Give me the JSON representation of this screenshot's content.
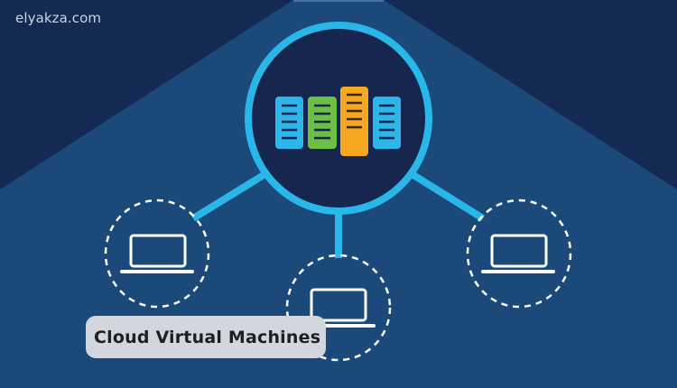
{
  "watermark": {
    "text": "elyakza.com"
  },
  "title": {
    "text": "Cloud Virtual Machines"
  },
  "colors": {
    "background_dark": "#142a52",
    "background_light": "#1b4a7a",
    "ring": "#29b6e8",
    "hub_fill": "#16264e",
    "server_blue": "#2bb7ea",
    "server_green": "#6cbf43",
    "server_orange": "#f7a823",
    "server_slot": "#16264e",
    "dashed_circle": "#ffffff",
    "laptop": "#ffffff",
    "label_bg": "#d3d6dd",
    "label_text": "#1c1f26"
  },
  "diagram": {
    "hub": {
      "icon": "server-rack-icon",
      "servers": [
        "blue",
        "green",
        "orange",
        "blue"
      ]
    },
    "clients": [
      {
        "position": "left",
        "icon": "laptop-icon"
      },
      {
        "position": "bottom-center",
        "icon": "laptop-icon"
      },
      {
        "position": "right",
        "icon": "laptop-icon"
      }
    ]
  }
}
